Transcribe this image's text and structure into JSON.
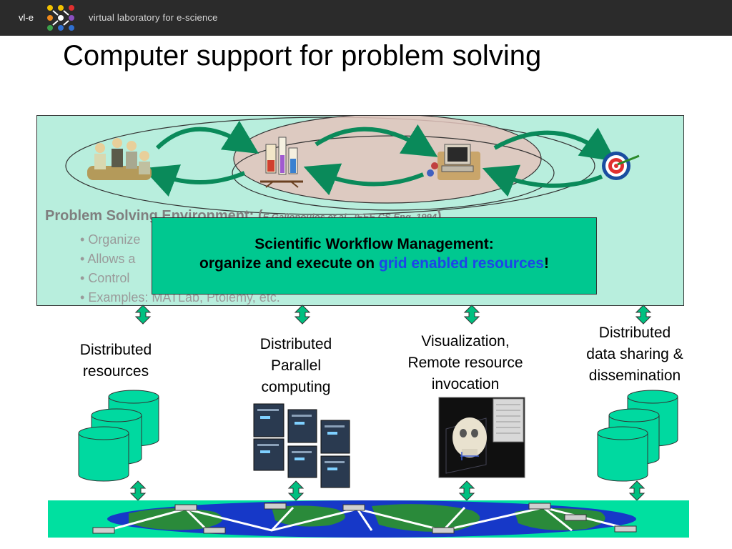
{
  "header": {
    "brand_short": "vl-e",
    "brand_long": "virtual laboratory for e-science",
    "logo_colors": [
      "#f2c200",
      "#e03030",
      "#3ba04a",
      "#2f6fd0",
      "#8a4fbf",
      "#f08a1c"
    ]
  },
  "title": "Computer support for problem solving",
  "pse": {
    "heading": "Problem Solving Environment: (",
    "citation": "E.Gallopoulos et al., IEEE CS Eng. 1994",
    "heading_end": ")",
    "bullets": [
      "Organize",
      "Allows a",
      "Control",
      "Examples: MATLab, Ptolemy, etc."
    ]
  },
  "swm": {
    "line1": "Scientific Workflow Management:",
    "line2_prefix": "organize and execute on ",
    "line2_link": "grid enabled resources",
    "line2_suffix": "!"
  },
  "labels": {
    "resources": "Distributed\nresources",
    "parallel": "Distributed\nParallel\ncomputing",
    "visualization": "Visualization,\nRemote resource\ninvocation",
    "data_sharing": "Distributed\ndata sharing &\ndissemination"
  },
  "colors": {
    "panel": "#b8eedd",
    "swm_box": "#00c890",
    "link": "#1d45e8",
    "cylinder": "#00d9a0",
    "arrow": "#00c080",
    "network_bg": "#00e0a0"
  }
}
